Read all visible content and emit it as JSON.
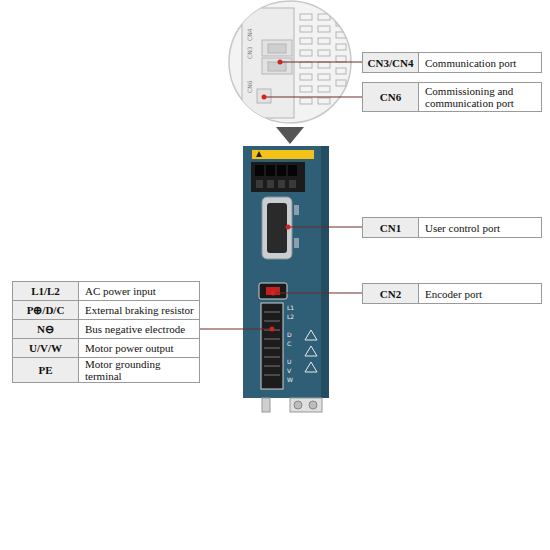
{
  "diagram": {
    "nodes": [
      {
        "text": [
          "CN3/CN4",
          "Communication port"
        ]
      },
      {
        "text": [
          "CN6",
          "Commissioning and communication port"
        ]
      },
      {
        "text": [
          "CN1",
          "User control port"
        ]
      },
      {
        "text": [
          "CN2",
          "Encoder port"
        ]
      },
      {
        "text": [
          "L1/L2",
          "AC power input"
        ]
      },
      {
        "text": [
          "P⊕/D/C",
          "External braking resistor"
        ]
      },
      {
        "text": [
          "N⊖",
          "Bus negative electrode"
        ]
      },
      {
        "text": [
          "U/V/W",
          "Motor power output"
        ]
      },
      {
        "text": [
          "PE",
          "Motor grounding terminal"
        ]
      }
    ],
    "labels": [
      "CN4",
      "CN3",
      "CN6",
      "L1",
      "L2",
      "D",
      "C",
      "U",
      "V",
      "W"
    ]
  }
}
